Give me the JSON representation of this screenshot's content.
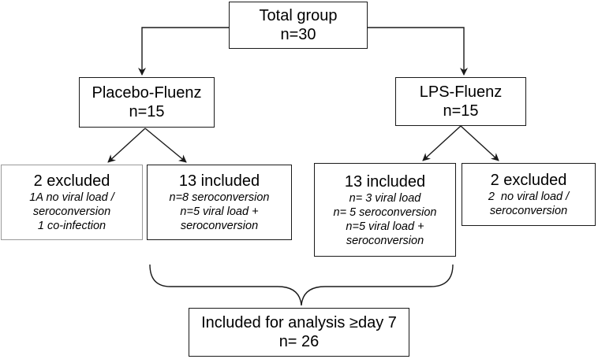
{
  "total": {
    "title": "Total group",
    "count": "n=30"
  },
  "placebo": {
    "title": "Placebo-Fluenz",
    "count": "n=15"
  },
  "lps": {
    "title": "LPS-Fluenz",
    "count": "n=15"
  },
  "placebo_excluded": {
    "title": "2 excluded",
    "lines": [
      "1A no viral load /",
      "seroconversion",
      "1 co-infection"
    ]
  },
  "placebo_included": {
    "title": "13 included",
    "lines": [
      "n=8 seroconversion",
      "n=5 viral load +",
      "seroconversion"
    ]
  },
  "lps_included": {
    "title": "13 included",
    "lines": [
      "n= 3 viral load",
      "n= 5 seroconversion",
      "n=5 viral load +",
      "seroconversion"
    ]
  },
  "lps_excluded": {
    "title": "2 excluded",
    "lines": [
      "2  no viral load /",
      "seroconversion"
    ]
  },
  "analysis": {
    "title": "Included for analysis ≥day 7",
    "count": "n= 26"
  }
}
